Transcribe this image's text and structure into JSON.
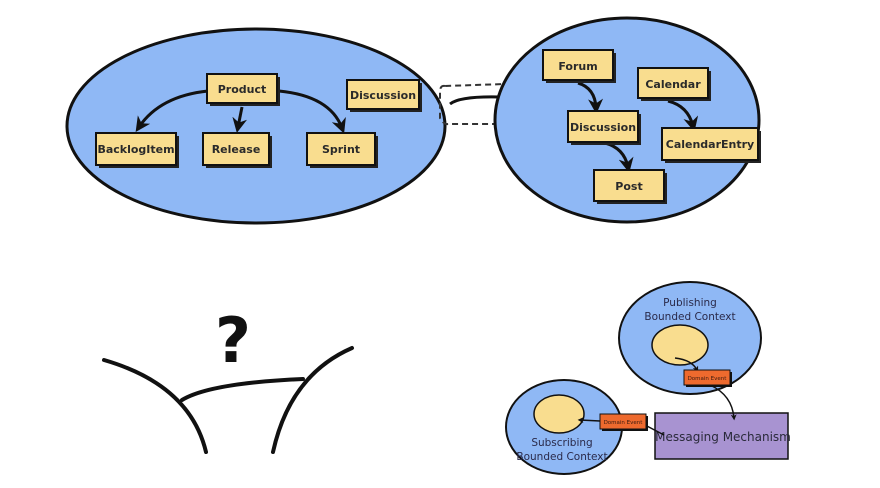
{
  "colors": {
    "context_fill": "#8fb8f5",
    "entity_fill": "#f9dd8f",
    "event_fill": "#ee6a2e",
    "mechanism_fill": "#a893d1",
    "stroke": "#111111"
  },
  "left_context": {
    "entities": {
      "product": "Product",
      "discussion": "Discussion",
      "backlog_item": "BacklogItem",
      "release": "Release",
      "sprint": "Sprint"
    }
  },
  "right_context": {
    "entities": {
      "forum": "Forum",
      "calendar": "Calendar",
      "discussion": "Discussion",
      "calendar_entry": "CalendarEntry",
      "post": "Post"
    }
  },
  "question": {
    "symbol": "?"
  },
  "events_diagram": {
    "publishing_label_1": "Publishing",
    "publishing_label_2": "Bounded Context",
    "subscribing_label_1": "Subscribing",
    "subscribing_label_2": "Bounded Context",
    "domain_event_top": "Domain Event",
    "domain_event_bottom": "Domain Event",
    "messaging_mechanism": "Messaging Mechanism"
  }
}
